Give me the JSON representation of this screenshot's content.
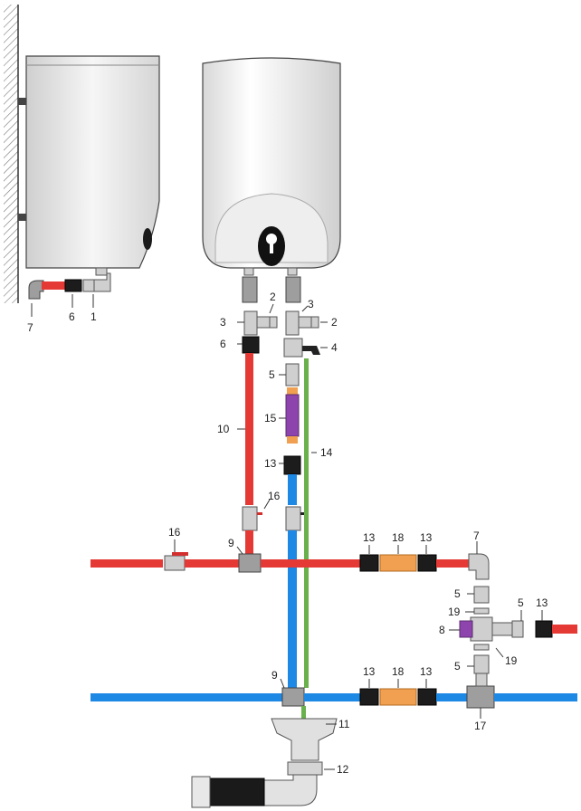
{
  "colors": {
    "hot_pipe": "#e53935",
    "cold_pipe": "#1e88e5",
    "drain_pipe": "#6ab04c",
    "filter_body": "#8e44ad",
    "meter_body": "#f0a050",
    "tank_body": "#f4f4f4"
  },
  "heater_logo_icon": "thermostat-knob-icon",
  "labels": {
    "l1": "1",
    "l2a": "2",
    "l2b": "2",
    "l3a": "3",
    "l3b": "3",
    "l4": "4",
    "l5a": "5",
    "l5b": "5",
    "l5c": "5",
    "l5d": "5",
    "l6a": "6",
    "l6b": "6",
    "l7a": "7",
    "l7b": "7",
    "l8": "8",
    "l9a": "9",
    "l9b": "9",
    "l10": "10",
    "l11": "11",
    "l12": "12",
    "l13a": "13",
    "l13b": "13",
    "l13c": "13",
    "l13d": "13",
    "l13e": "13",
    "l13f": "13",
    "l14": "14",
    "l15": "15",
    "l16a": "16",
    "l16b": "16",
    "l17": "17",
    "l18a": "18",
    "l18b": "18",
    "l19a": "19",
    "l19b": "19"
  }
}
